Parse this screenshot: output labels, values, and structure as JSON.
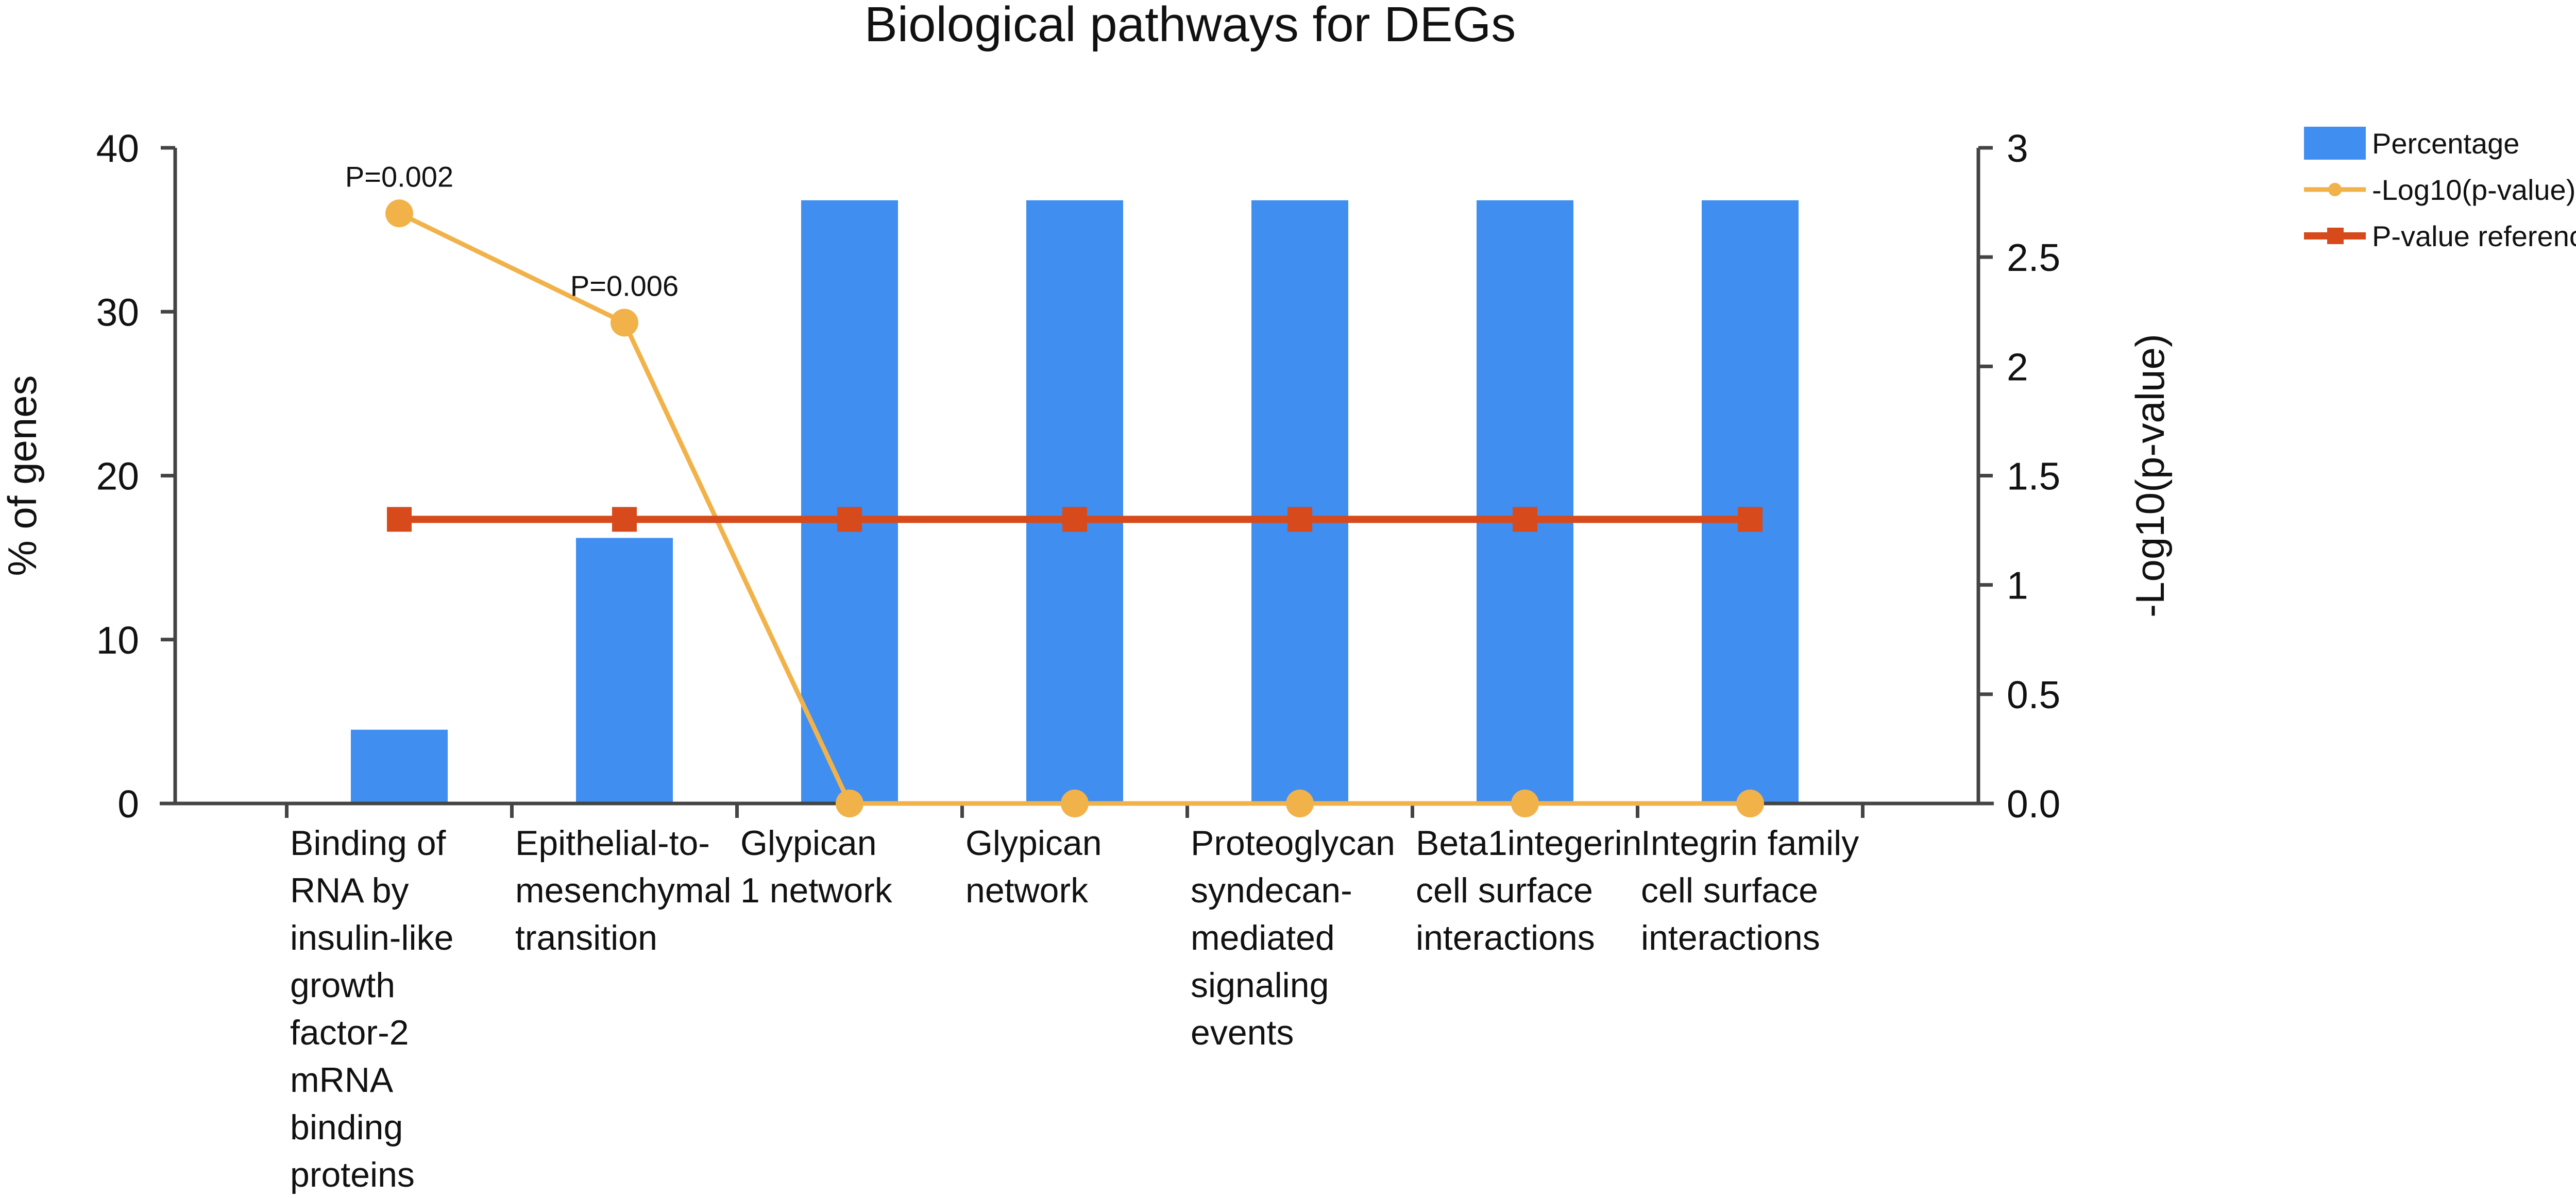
{
  "chart_data": {
    "type": "bar",
    "title": "Biological pathways for DEGs",
    "categories": [
      [
        "Binding of",
        "RNA by",
        "insulin-like",
        "growth",
        "factor-2",
        "mRNA",
        "binding",
        "proteins"
      ],
      [
        "Epithelial-to-",
        "mesenchymal",
        "transition"
      ],
      [
        "Glypican",
        "1 network"
      ],
      [
        "Glypican",
        "network"
      ],
      [
        "Proteoglycan",
        "syndecan-",
        "mediated",
        "signaling",
        "events"
      ],
      [
        "Beta1integerin",
        "cell surface",
        "interactions"
      ],
      [
        "Integrin family",
        "cell surface",
        "interactions"
      ]
    ],
    "ylabel": "% of genes",
    "y2label": "-Log10(p-value)",
    "ylim": [
      0,
      40
    ],
    "y_ticks": [
      "0",
      "10",
      "20",
      "30",
      "40"
    ],
    "y2lim": [
      0,
      3
    ],
    "y2_ticks": [
      "0.0",
      "0.5",
      "1",
      "1.5",
      "2",
      "2.5",
      "3"
    ],
    "grid": false,
    "legend_position": "top-right",
    "series": [
      {
        "name": "Percentage",
        "kind": "bar",
        "axis": "left",
        "color": "#3f8ef0",
        "values": [
          4.5,
          16.2,
          36.8,
          36.8,
          36.8,
          36.8,
          36.8
        ]
      },
      {
        "name": "-Log10(p-value)",
        "kind": "line",
        "axis": "right",
        "color": "#f2b24a",
        "values": [
          2.7,
          2.2,
          0.0,
          0.0,
          0.0,
          0.0,
          0.0
        ]
      },
      {
        "name": "P-value reference",
        "kind": "line",
        "axis": "right",
        "color": "#d64a1c",
        "values": [
          1.3,
          1.3,
          1.3,
          1.3,
          1.3,
          1.3,
          1.3
        ]
      }
    ],
    "annotations": [
      {
        "text": "P=0.002",
        "category_index": 0,
        "series": "-Log10(p-value)"
      },
      {
        "text": "P=0.006",
        "category_index": 1,
        "series": "-Log10(p-value)"
      }
    ]
  }
}
